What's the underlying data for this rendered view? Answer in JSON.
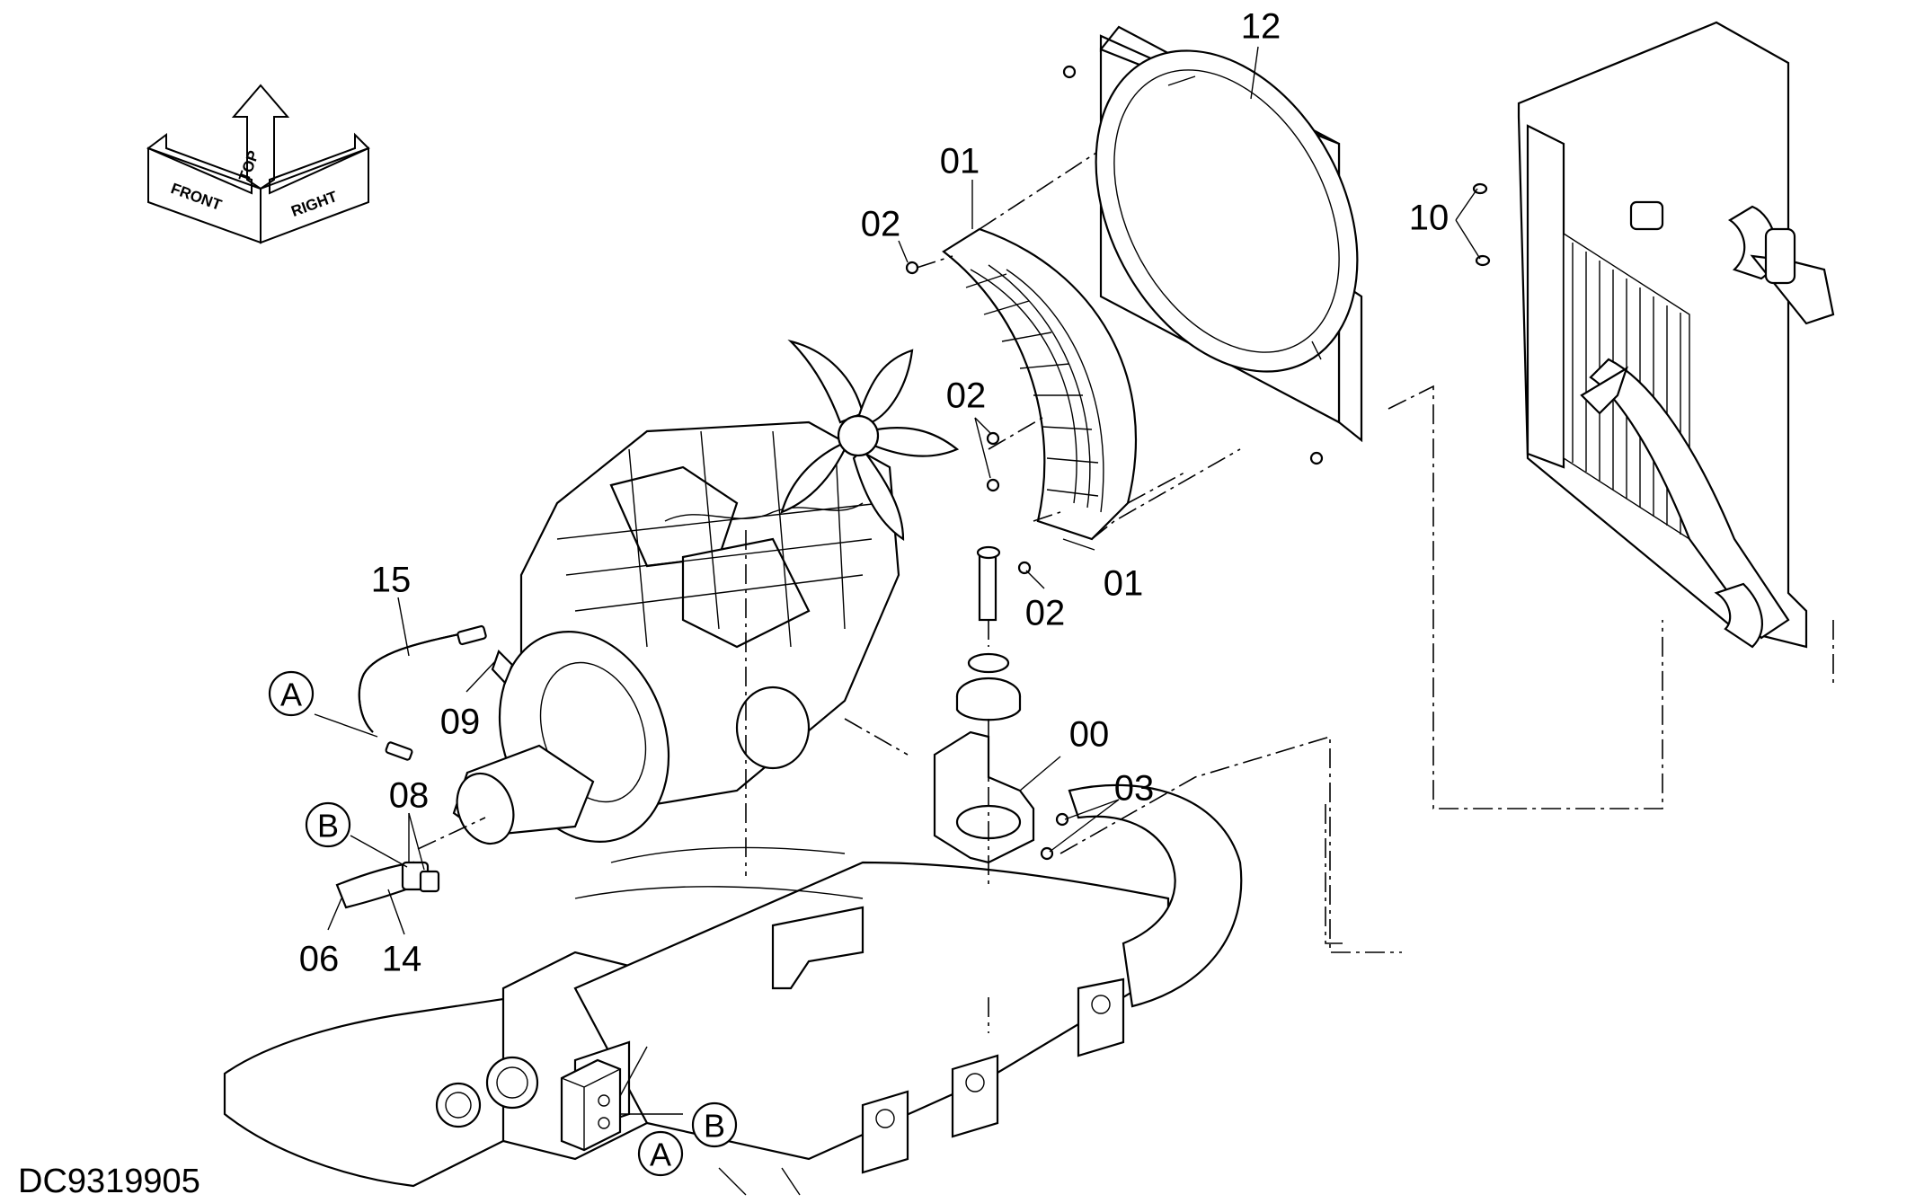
{
  "drawing_number": "DC9319905",
  "orientation_indicator": {
    "front": "FRONT",
    "top": "TOP",
    "right": "RIGHT"
  },
  "callouts": {
    "c00": "00",
    "c01a": "01",
    "c01b": "01",
    "c02a": "02",
    "c02b": "02",
    "c02c": "02",
    "c03": "03",
    "c06": "06",
    "c08": "08",
    "c09": "09",
    "c10": "10",
    "c12": "12",
    "c14": "14",
    "c15": "15"
  },
  "connection_markers": {
    "a1": "A",
    "b1": "B",
    "a2": "A",
    "b2": "B"
  }
}
